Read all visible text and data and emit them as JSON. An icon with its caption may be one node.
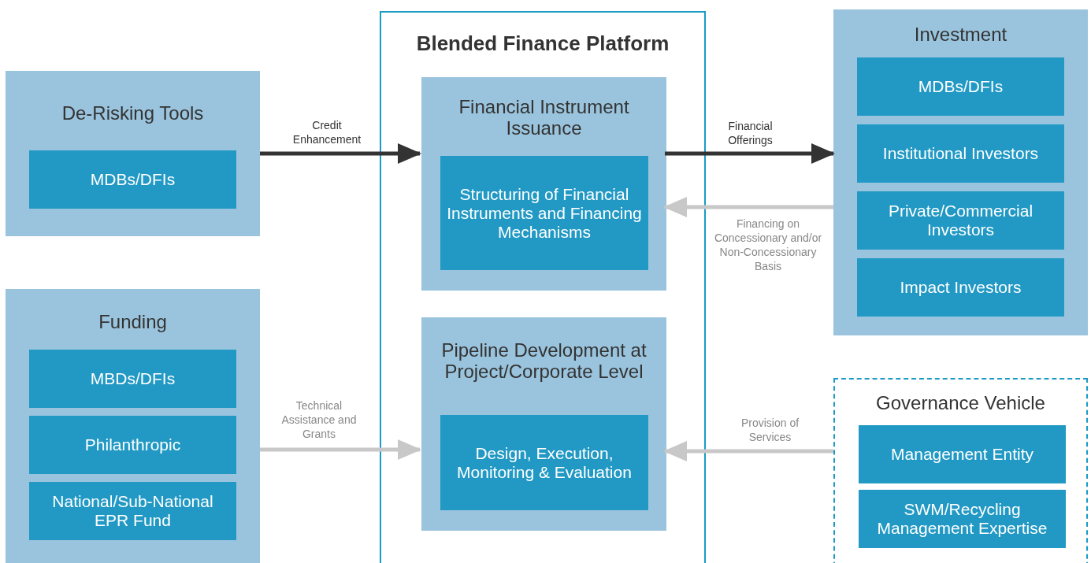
{
  "diagram": {
    "nodes": [
      {
        "text": [
          "De-Risking Tools"
        ]
      },
      {
        "text": [
          "MDBs/DFIs"
        ],
        "in": 0
      },
      {
        "text": [
          "Funding"
        ]
      },
      {
        "text": [
          "MBDs/DFIs"
        ],
        "in": 2
      },
      {
        "text": [
          "Philanthropic"
        ],
        "in": 2
      },
      {
        "text": [
          "National/Sub-National EPR Fund"
        ],
        "in": 2
      },
      {
        "text": [
          "Blended Finance Platform"
        ]
      },
      {
        "text": [
          "Financial Instrument Issuance"
        ],
        "in": 6
      },
      {
        "text": [
          "Structuring of Financial Instruments and Financing Mechanisms"
        ],
        "in": 7
      },
      {
        "text": [
          "Pipeline Development at Project/Corporate Level"
        ],
        "in": 6
      },
      {
        "text": [
          "Design, Execution, Monitoring & Evaluation"
        ],
        "in": 9
      },
      {
        "text": [
          "Investment"
        ]
      },
      {
        "text": [
          "MDBs/DFIs"
        ],
        "in": 11
      },
      {
        "text": [
          "Institutional Investors"
        ],
        "in": 11
      },
      {
        "text": [
          "Private/Commercial Investors"
        ],
        "in": 11
      },
      {
        "text": [
          "Impact Investors"
        ],
        "in": 11
      },
      {
        "text": [
          "Governance Vehicle"
        ]
      },
      {
        "text": [
          "Management Entity"
        ],
        "in": 16
      },
      {
        "text": [
          "SWM/Recycling Management Expertise"
        ],
        "in": 16
      }
    ],
    "edges": [
      {
        "from": 0,
        "to": 7,
        "arrow": "to",
        "label": "Credit Enhancement",
        "color": "#333333"
      },
      {
        "from": 7,
        "to": 11,
        "arrow": "to",
        "label": "Financial Offerings",
        "color": "#333333"
      },
      {
        "from": 11,
        "to": 7,
        "arrow": "to",
        "label": "Financing on Concessionary and/or Non-Concessionary Basis"
      },
      {
        "from": 2,
        "to": 9,
        "arrow": "to",
        "label": "Technical Assistance and Grants"
      },
      {
        "from": 16,
        "to": 9,
        "arrow": "to",
        "label": "Provision of Services"
      }
    ]
  }
}
